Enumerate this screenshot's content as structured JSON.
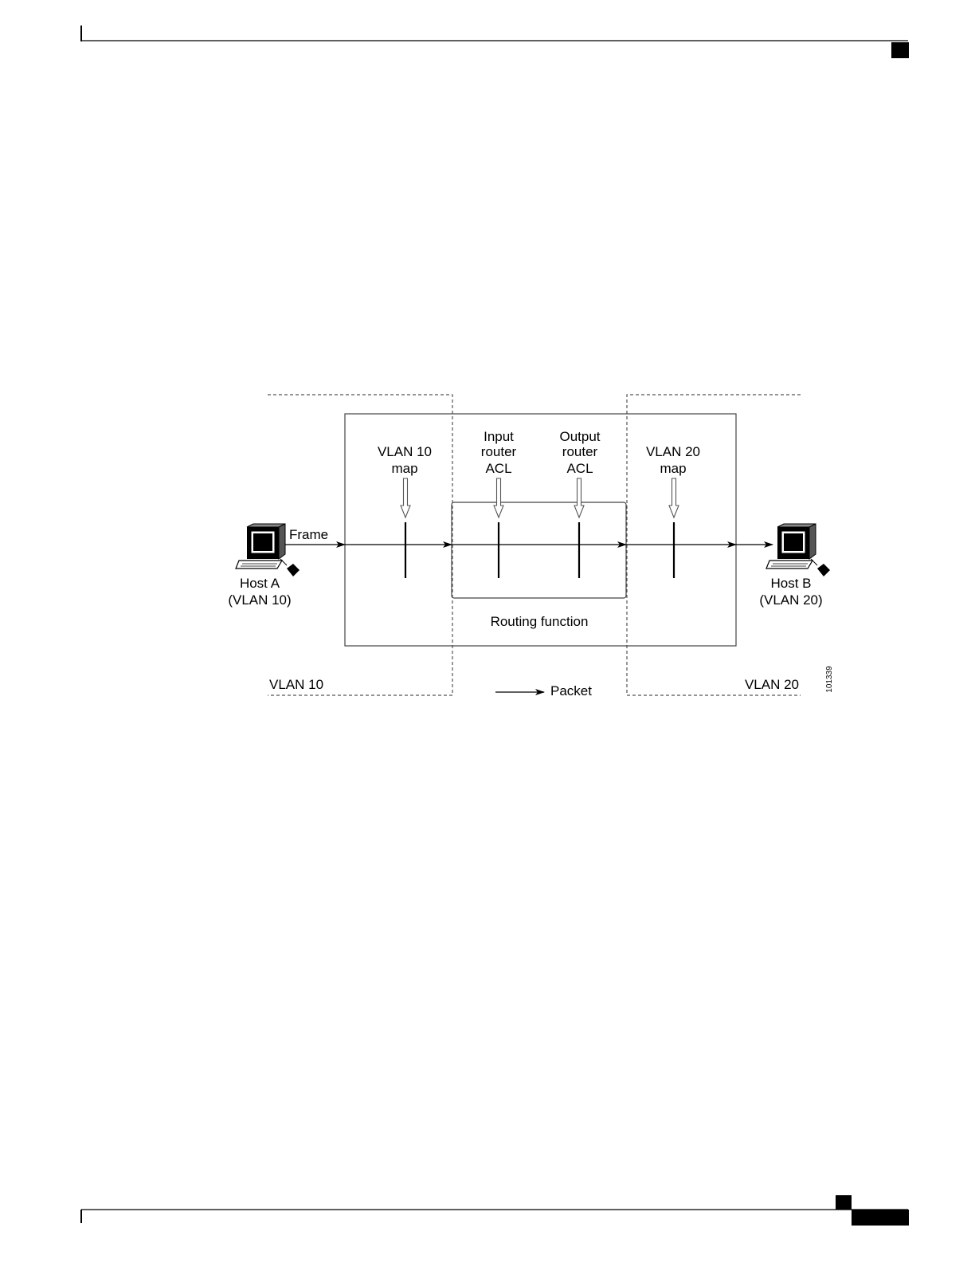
{
  "diagram": {
    "labels": {
      "frame": "Frame",
      "host_a_name": "Host A",
      "host_a_vlan": "(VLAN 10)",
      "host_b_name": "Host B",
      "host_b_vlan": "(VLAN 20)",
      "vlan10_map_l1": "VLAN 10",
      "vlan10_map_l2": "map",
      "input_acl_l1": "Input",
      "input_acl_l2": "router",
      "input_acl_l3": "ACL",
      "output_acl_l1": "Output",
      "output_acl_l2": "router",
      "output_acl_l3": "ACL",
      "vlan20_map_l1": "VLAN 20",
      "vlan20_map_l2": "map",
      "routing_function": "Routing function",
      "vlan10_zone": "VLAN 10",
      "vlan20_zone": "VLAN 20",
      "legend_packet": "Packet",
      "figure_id": "101339"
    }
  }
}
